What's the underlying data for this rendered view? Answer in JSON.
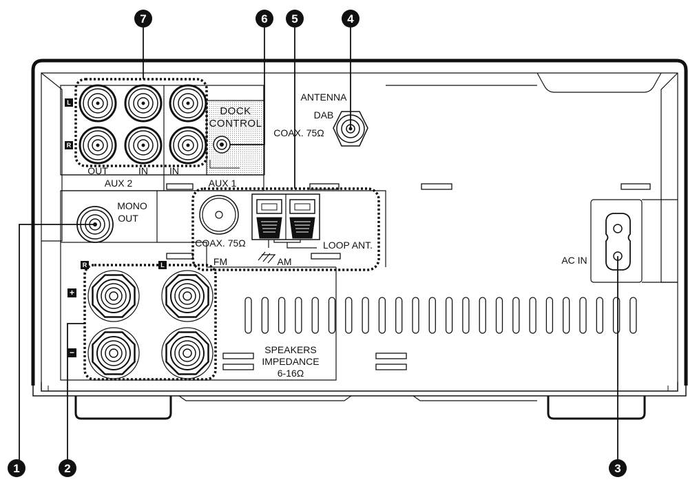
{
  "labels": {
    "antenna": "ANTENNA",
    "dab": "DAB",
    "dab_coax": "COAX. 75Ω",
    "dock_line1": "DOCK",
    "dock_line2": "CONTROL",
    "aux2": "AUX 2",
    "aux1": "AUX 1",
    "out": "OUT",
    "in_left": "IN",
    "in_right": "IN",
    "mono_line1": "MONO",
    "mono_line2": "OUT",
    "fm_coax": "COAX. 75Ω",
    "fm": "FM",
    "am": "AM",
    "loop_ant": "LOOP ANT.",
    "ac_in": "AC IN",
    "speakers_line1": "SPEAKERS",
    "speakers_line2": "IMPEDANCE",
    "speakers_line3": "6-16Ω",
    "badge_L_aux": "L",
    "badge_R_aux": "R",
    "badge_R_spk": "R",
    "badge_L_spk": "L",
    "badge_plus": "+",
    "badge_minus": "−"
  },
  "callouts": [
    "1",
    "2",
    "3",
    "4",
    "5",
    "6",
    "7"
  ],
  "colors": {
    "line": "#111111",
    "panel": "#ffffff",
    "dotted_fill": "#dddddd"
  }
}
